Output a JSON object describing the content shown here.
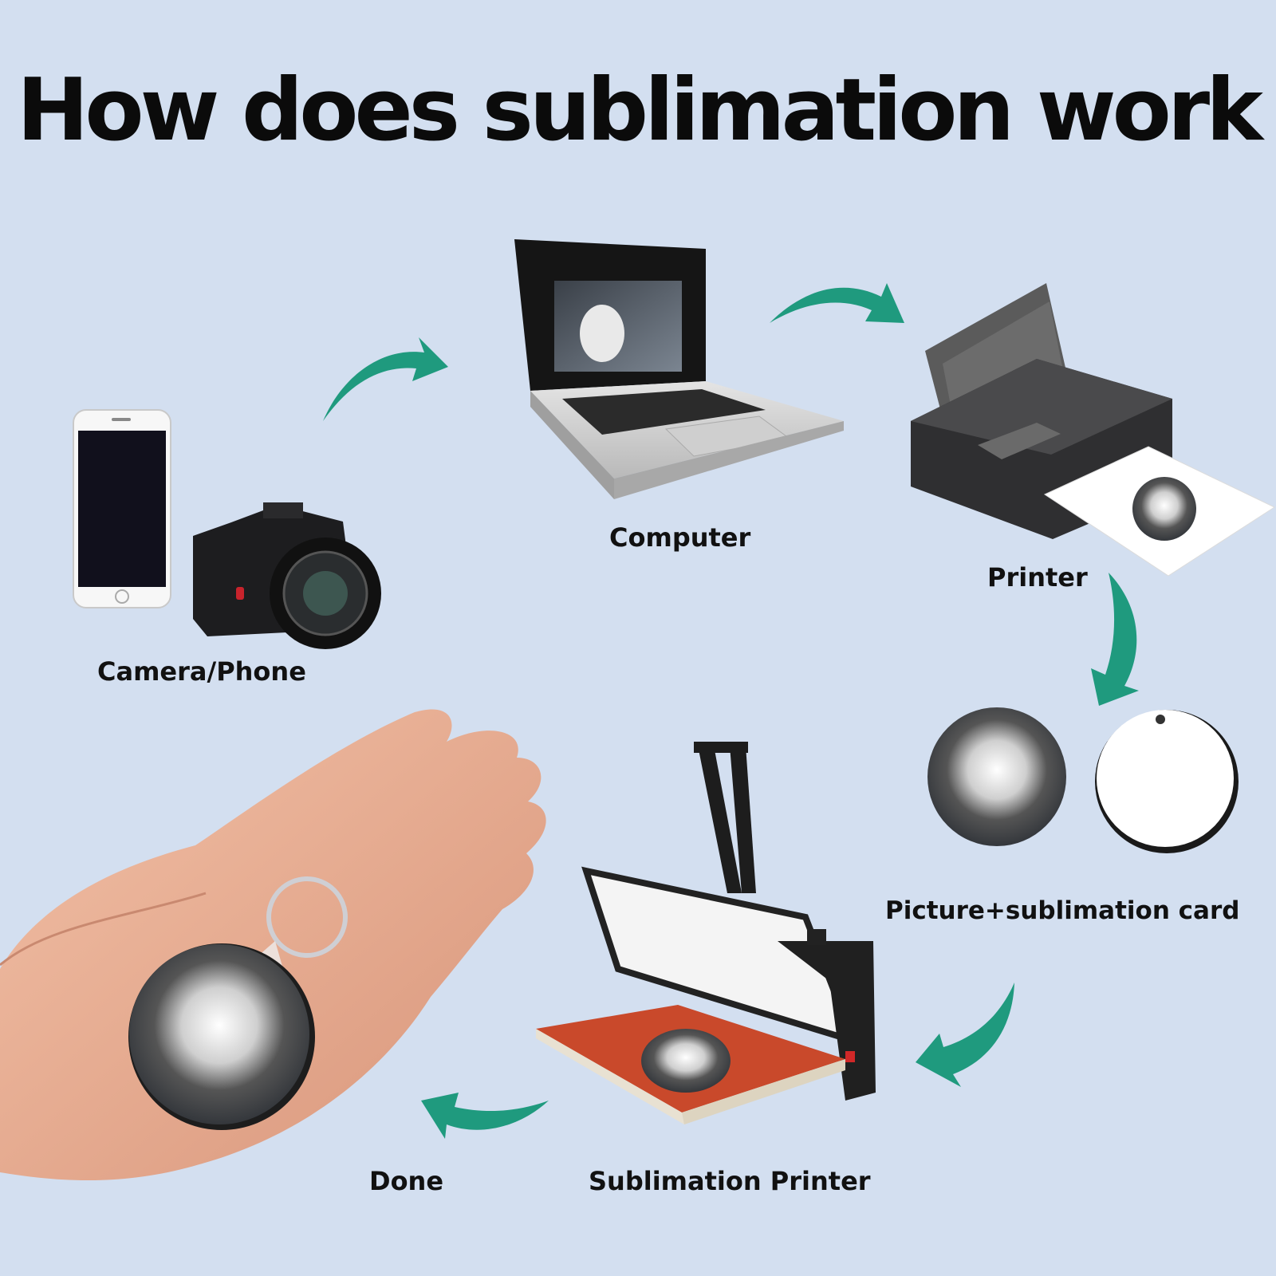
{
  "title": "How does sublimation work",
  "steps": [
    {
      "label": "Camera/Phone"
    },
    {
      "label": "Computer"
    },
    {
      "label": "Printer"
    },
    {
      "label": "Picture+sublimation card"
    },
    {
      "label": "Sublimation Printer"
    },
    {
      "label": "Done"
    }
  ],
  "colors": {
    "background": "#d3dff0",
    "arrow": "#1f9a7e",
    "text": "#111111"
  }
}
